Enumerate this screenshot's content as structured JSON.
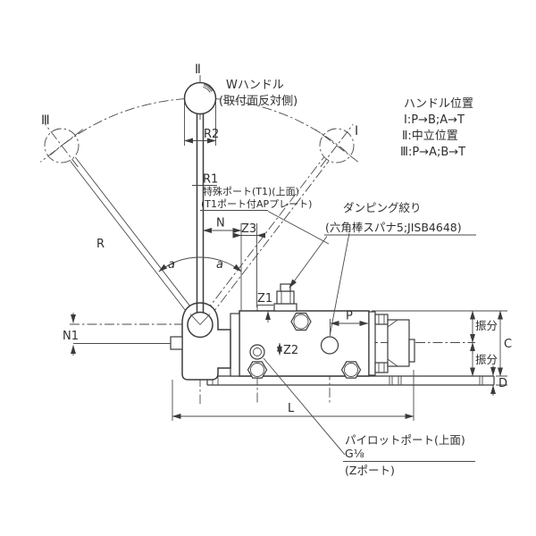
{
  "labels": {
    "pos_top": "Ⅱ",
    "pos_left": "Ⅲ",
    "pos_right": "Ⅰ",
    "w1": "Wハンドル",
    "w2": "(取付面反対側)",
    "hp_title": "ハンドル位置",
    "hp1": "Ⅰ:P→B;A→T",
    "hp2": "Ⅱ:中立位置",
    "hp3": "Ⅲ:P→A;B→T",
    "sp1": "特殊ポート(T1)(上面)",
    "sp2": "(T1ポート付APプレート)",
    "dmp1": "ダンピング絞り",
    "dmp2": "(六角棒スパナ5;JISB4648)",
    "plt1": "パイロットポート(上面)",
    "plt2": "G⅛",
    "plt3": "(Zポート)",
    "R": "R",
    "R1": "R1",
    "R2": "R2",
    "N": "N",
    "N1": "N1",
    "Z1": "Z1",
    "Z2": "Z2",
    "Z3": "Z3",
    "P": "P",
    "L": "L",
    "C": "C",
    "D": "D",
    "a_left": "a",
    "a_right": "a",
    "split_top": "振分",
    "split_bottom": "振分"
  },
  "colors": {
    "line": "#3b3b3b",
    "text": "#2f2f2f",
    "background": "#ffffff"
  }
}
